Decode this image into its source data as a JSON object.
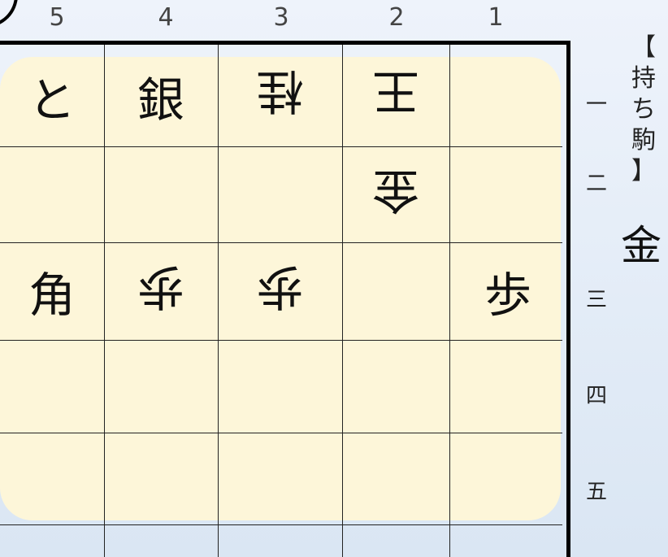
{
  "board": {
    "columns": [
      "5",
      "4",
      "3",
      "2",
      "1"
    ],
    "rows": [
      "一",
      "二",
      "三",
      "四",
      "五"
    ],
    "pieces": [
      {
        "label": "と",
        "col": 5,
        "row": 1,
        "gote": false
      },
      {
        "label": "銀",
        "col": 4,
        "row": 1,
        "gote": false
      },
      {
        "label": "桂",
        "col": 3,
        "row": 1,
        "gote": true
      },
      {
        "label": "王",
        "col": 2,
        "row": 1,
        "gote": true
      },
      {
        "label": "金",
        "col": 2,
        "row": 2,
        "gote": true
      },
      {
        "label": "角",
        "col": 5,
        "row": 3,
        "gote": false
      },
      {
        "label": "歩",
        "col": 4,
        "row": 3,
        "gote": true
      },
      {
        "label": "歩",
        "col": 3,
        "row": 3,
        "gote": true
      },
      {
        "label": "歩",
        "col": 1,
        "row": 3,
        "gote": false
      }
    ]
  },
  "hand": {
    "title_chars": [
      "【",
      "持",
      "ち",
      "駒",
      "】"
    ],
    "pieces": [
      "金"
    ]
  }
}
